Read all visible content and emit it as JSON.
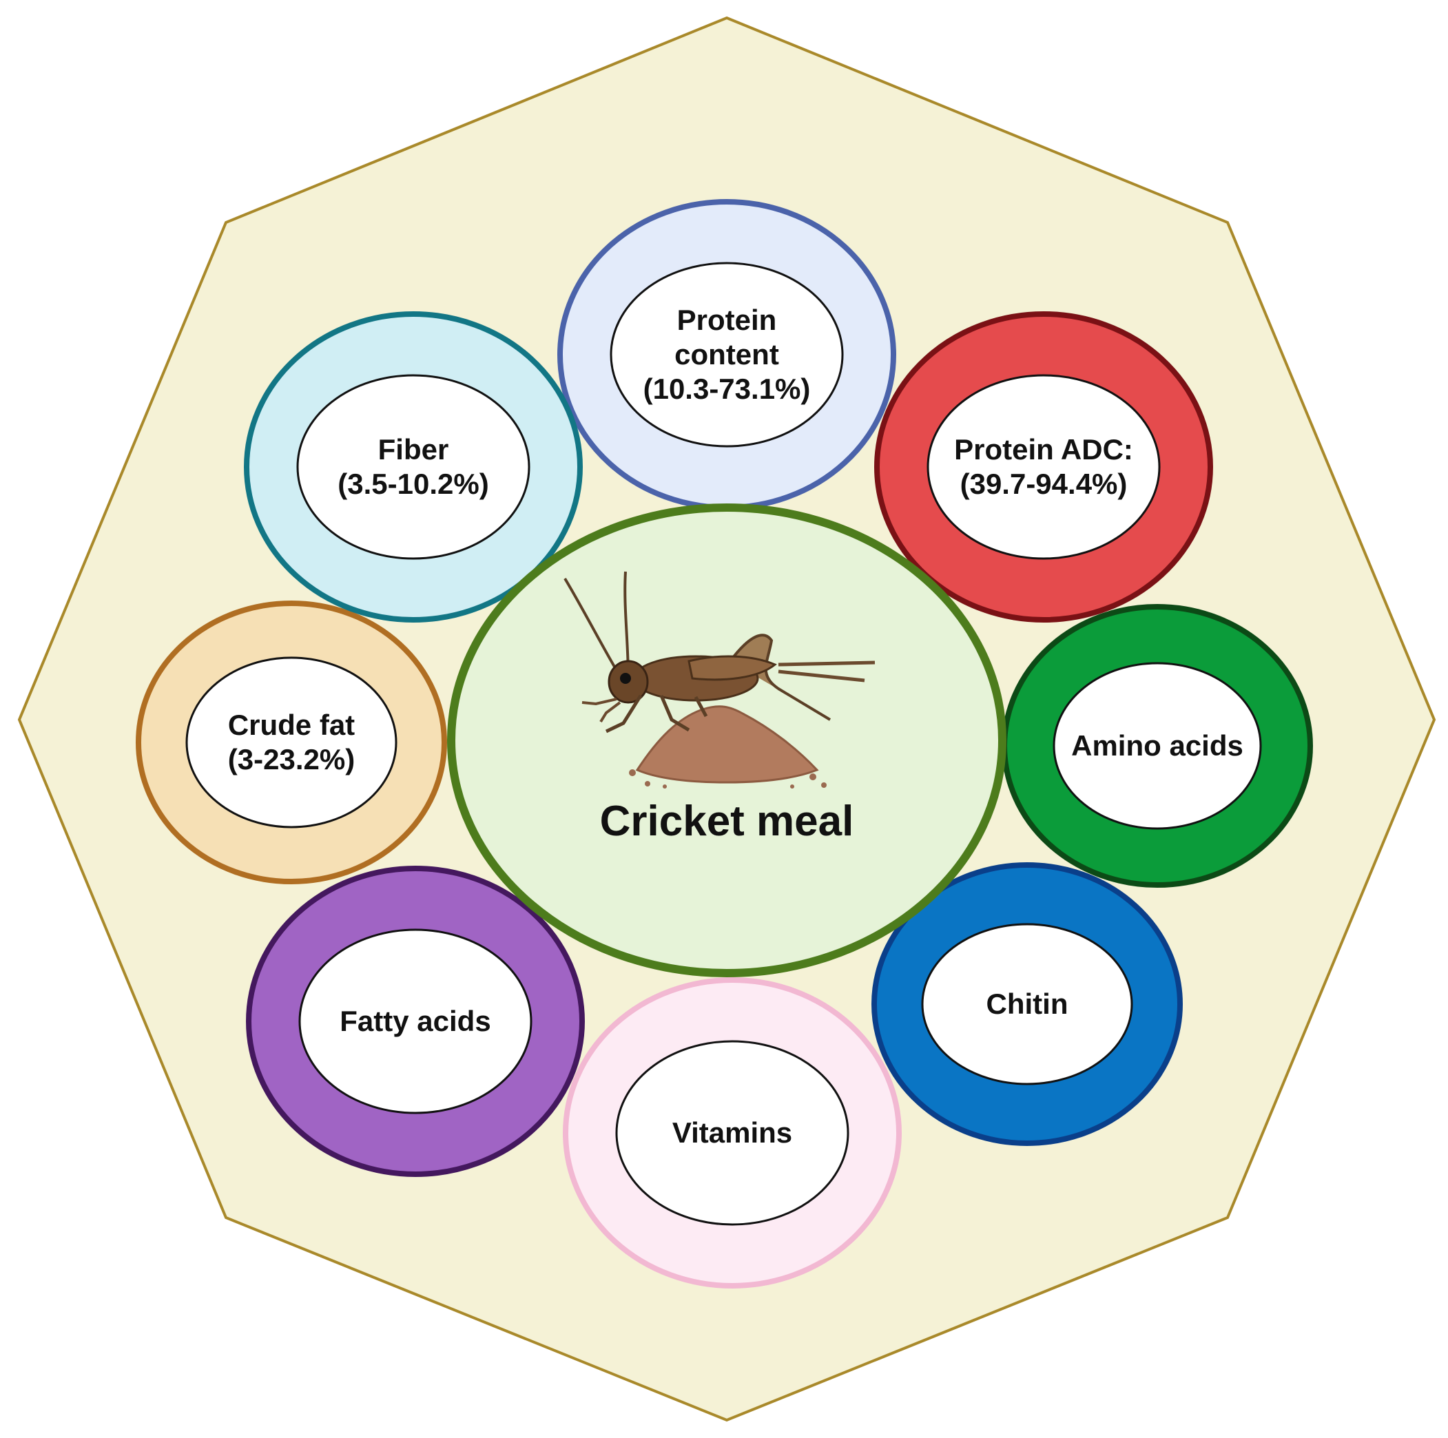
{
  "center": {
    "label": "Cricket meal",
    "icon": "cricket-on-powder-icon",
    "ring_color": "#4d7c1c",
    "fill_color": "#e6f3d8"
  },
  "background": {
    "shape": "nonagon",
    "fill_color": "#f5f2d6",
    "stroke_color": "#a9892a"
  },
  "nodes": [
    {
      "id": "protein-content",
      "label": "Protein\ncontent\n(10.3-73.1%)",
      "ring_color": "#e3ebfa",
      "border_color": "#4b63aa"
    },
    {
      "id": "protein-adc",
      "label": "Protein ADC:\n(39.7-94.4%)",
      "ring_color": "#e54b4d",
      "border_color": "#7a1115"
    },
    {
      "id": "amino-acids",
      "label": "Amino acids",
      "ring_color": "#0b9c3a",
      "border_color": "#0c4a16"
    },
    {
      "id": "chitin",
      "label": "Chitin",
      "ring_color": "#0a75c4",
      "border_color": "#0a3f8a"
    },
    {
      "id": "vitamins",
      "label": "Vitamins",
      "ring_color": "#fdebf4",
      "border_color": "#f2b8d2"
    },
    {
      "id": "fatty-acids",
      "label": "Fatty acids",
      "ring_color": "#a064c4",
      "border_color": "#44185e"
    },
    {
      "id": "crude-fat",
      "label": "Crude fat\n(3-23.2%)",
      "ring_color": "#f6e0b5",
      "border_color": "#b06e22"
    },
    {
      "id": "fiber",
      "label": "Fiber\n(3.5-10.2%)",
      "ring_color": "#d0eef4",
      "border_color": "#127685"
    }
  ]
}
